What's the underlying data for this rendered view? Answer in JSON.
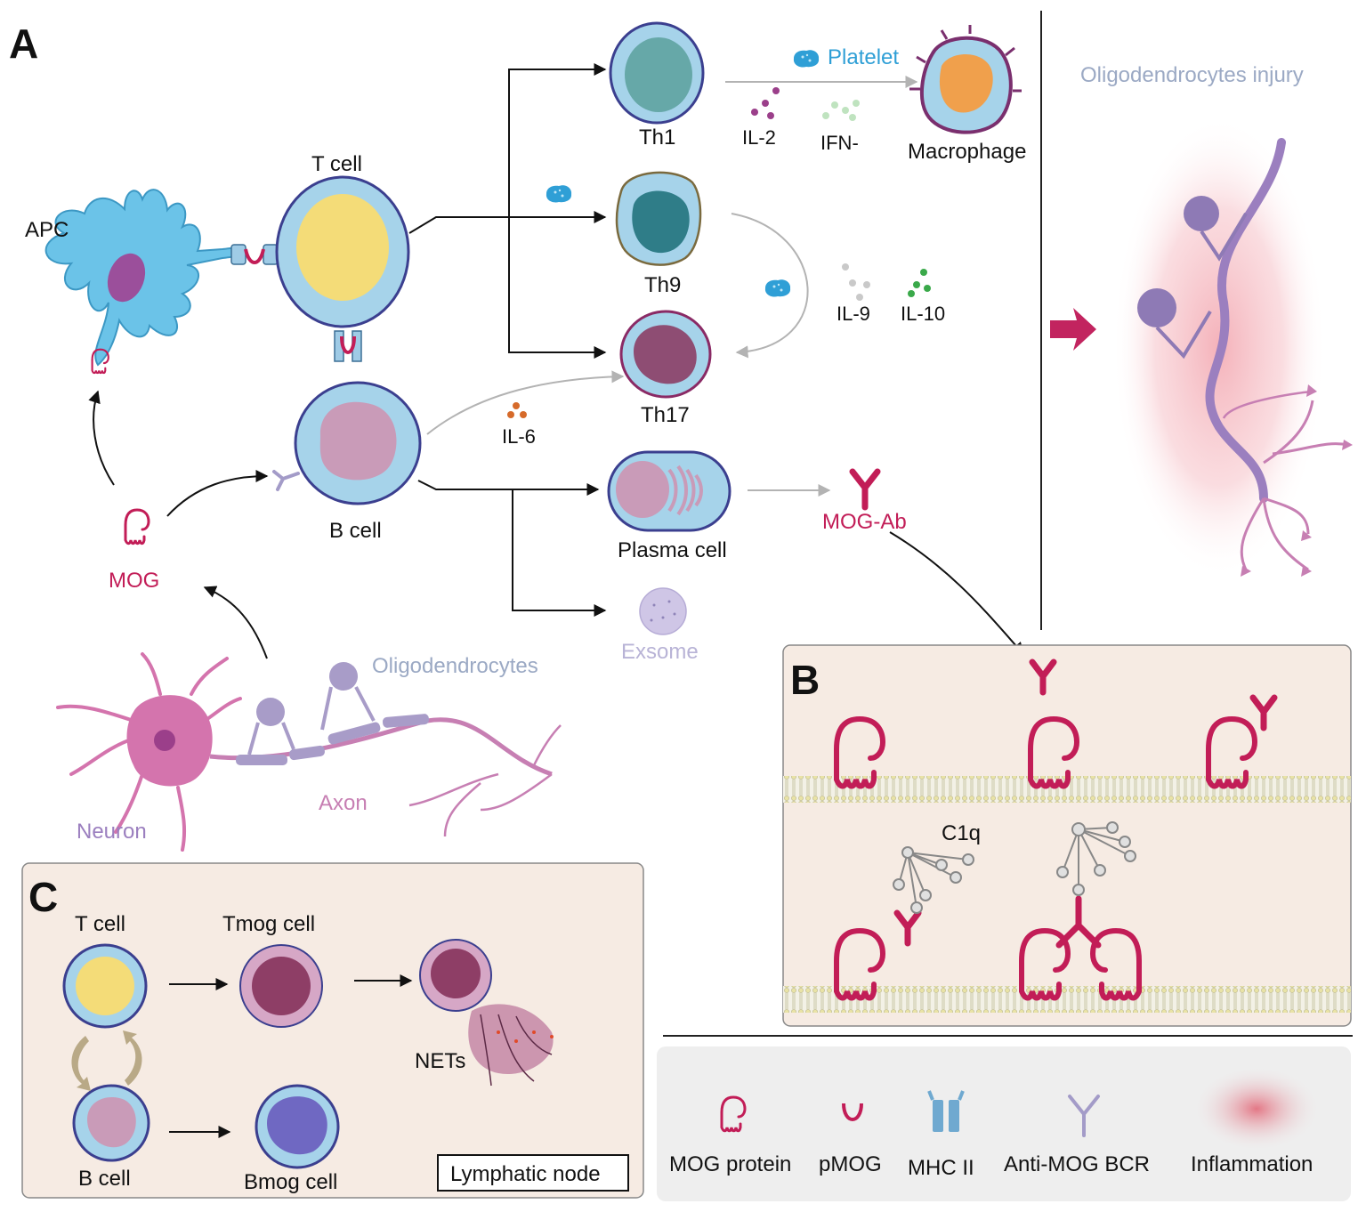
{
  "panels": {
    "a": "A",
    "b": "B",
    "c": "C"
  },
  "colors": {
    "mog": "#c21d57",
    "cell_outer": "#a6d3ea",
    "cell_border": "#3b3f8f",
    "tcell_nucleus": "#f4dc78",
    "bcell_nucleus": "#c99bb8",
    "th1_nucleus": "#66a8a8",
    "th9_nucleus": "#2f7d88",
    "th17_nucleus": "#8e4d73",
    "platelet": "#2f9fd6",
    "neuron": "#c864a3",
    "oligo": "#9b8ebd",
    "arrow_gray": "#b3b3b3",
    "inflammation": "#e88a97",
    "lymph_box": "#f6ebe3",
    "legend_box": "#eeeeee"
  },
  "labels": {
    "apc": "APC",
    "tcell": "T cell",
    "bcell": "B cell",
    "mog": "MOG",
    "th1": "Th1",
    "th9": "Th9",
    "th17": "Th17",
    "plasma": "Plasma cell",
    "exosome": "Exsome",
    "platelet": "Platelet",
    "macrophage": "Macrophage",
    "il2": "IL-2",
    "ifn": "IFN-",
    "il9": "IL-9",
    "il10": "IL-10",
    "il6": "IL-6",
    "mogab": "MOG-Ab",
    "oligodendrocytes": "Oligodendrocytes",
    "axon": "Axon",
    "neuron": "Neuron",
    "injury": "Oligodendrocytes injury",
    "c1q": "C1q"
  },
  "panel_c": {
    "tcell": "T cell",
    "tmog": "Tmog cell",
    "bcell": "B cell",
    "bmog": "Bmog cell",
    "nets": "NETs",
    "lymph": "Lymphatic node"
  },
  "legend": [
    {
      "icon": "mog-protein-icon",
      "label": "MOG protein"
    },
    {
      "icon": "pmog-icon",
      "label": "pMOG"
    },
    {
      "icon": "mhc-ii-icon",
      "label": "MHC II"
    },
    {
      "icon": "anti-mog-bcr-icon",
      "label": "Anti-MOG BCR"
    },
    {
      "icon": "inflammation-icon",
      "label": "Inflammation"
    }
  ]
}
